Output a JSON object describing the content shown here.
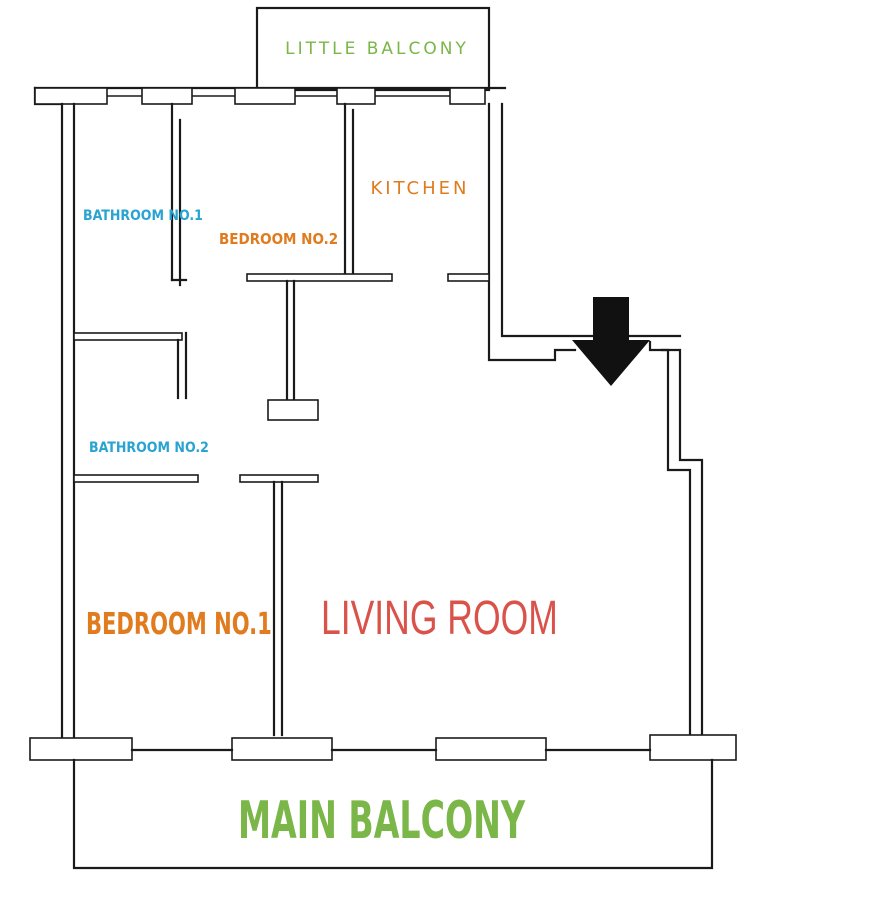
{
  "rooms": {
    "little_balcony": "LITTLE BALCONY",
    "kitchen": "KITCHEN",
    "bathroom_1": "BATHROOM NO.1",
    "bedroom_2": "BEDROOM NO.2",
    "bathroom_2": "BATHROOM NO.2",
    "bedroom_1": "BEDROOM NO.1",
    "living_room": "LIVING ROOM",
    "main_balcony": "MAIN BALCONY"
  },
  "colors": {
    "balcony": "#7ab648",
    "warm": "#e07b1e",
    "bathroom": "#29a3d1",
    "living": "#d9534a",
    "walls": "#1a1a1a",
    "arrow": "#111111"
  },
  "icons": {
    "entrance_marker": "down-arrow-icon"
  }
}
